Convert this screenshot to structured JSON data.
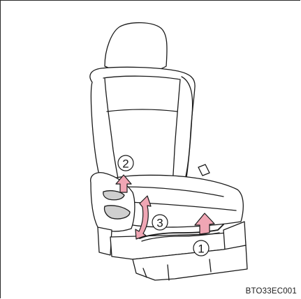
{
  "callouts": {
    "one": "1",
    "two": "2",
    "three": "3"
  },
  "figure_code": "BTO33EC001",
  "colors": {
    "arrow_fill": "#f0a6b4",
    "line": "#1a1a1a",
    "background": "#ffffff"
  },
  "icons": [
    "seat-illustration",
    "slide-lever-arrow",
    "recline-lever-arrow",
    "height-lever-arrow"
  ]
}
